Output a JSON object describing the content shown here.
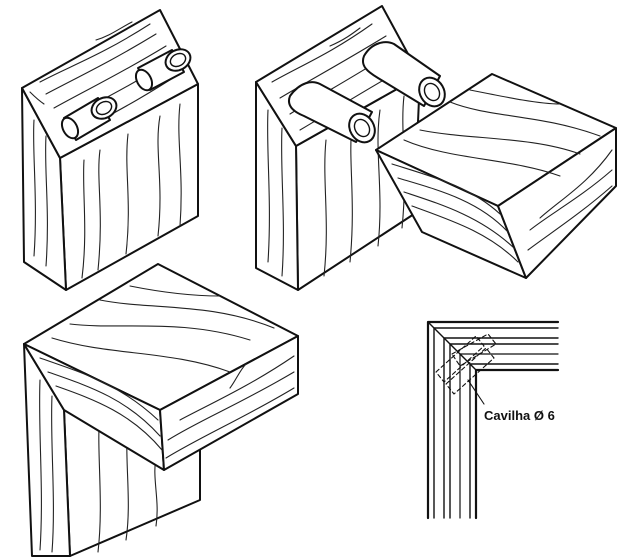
{
  "figures": [
    {
      "id": "fig-1"
    },
    {
      "id": "fig-2"
    },
    {
      "id": "fig-3"
    },
    {
      "id": "fig-4",
      "label": "Cavilha Ø 6"
    }
  ]
}
